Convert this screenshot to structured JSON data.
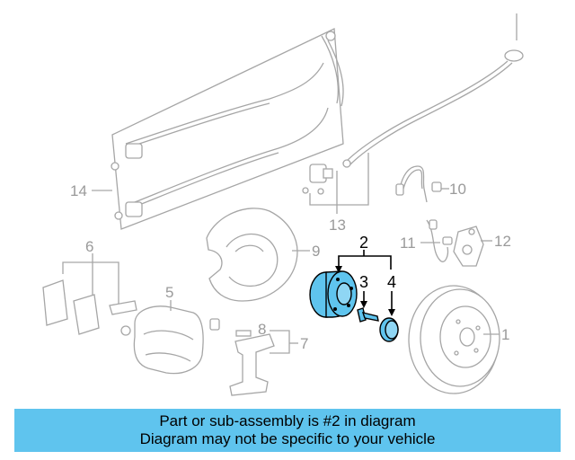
{
  "diagram": {
    "callouts": {
      "c1": "1",
      "c2": "2",
      "c3": "3",
      "c4": "4",
      "c5": "5",
      "c6": "6",
      "c7": "7",
      "c8": "8",
      "c9": "9",
      "c10": "10",
      "c11": "11",
      "c12": "12",
      "c13": "13",
      "c14": "14"
    },
    "highlight_color": "#5fc4ee",
    "line_color": "#a6a6a6"
  },
  "banner": {
    "line1": "Part or sub-assembly is #2 in diagram",
    "line2": "Diagram may not be specific to your vehicle",
    "background": "#5fc4ee"
  }
}
